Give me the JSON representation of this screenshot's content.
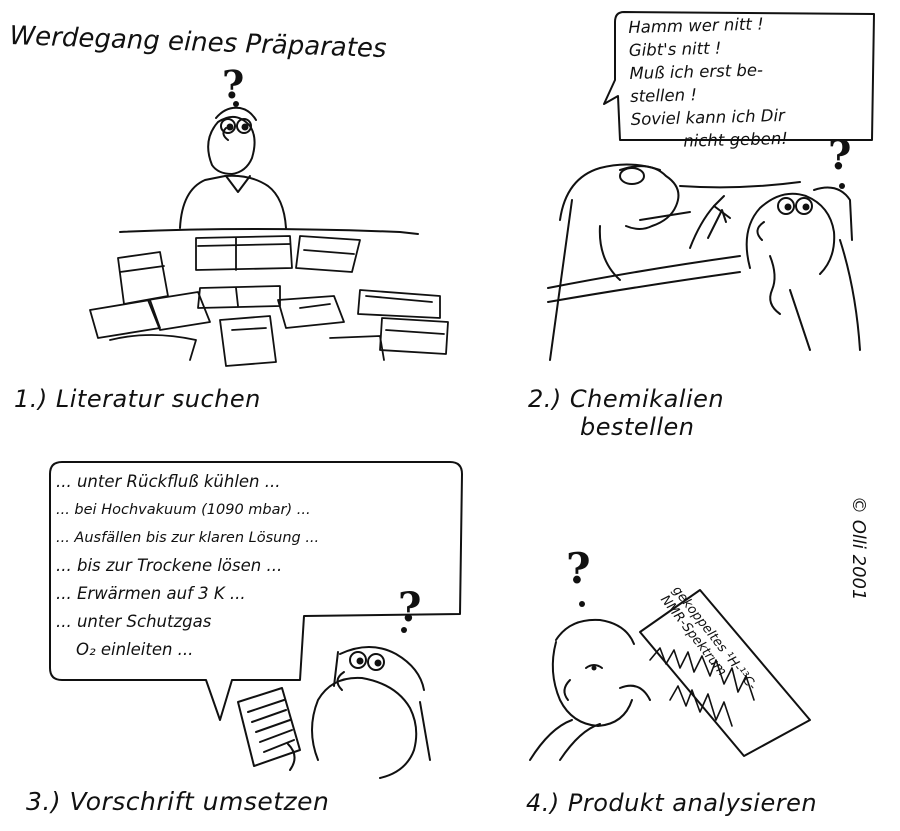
{
  "title": "Werdegang eines Präparates",
  "copyright": "© Olli 2001",
  "question_mark": "?",
  "panels": [
    {
      "caption": "1.) Literatur suchen"
    },
    {
      "caption": "2.) Chemikalien",
      "caption_line2": "bestellen",
      "speech": [
        "Hamm wer nitt !",
        "Gibt's nitt !",
        "Muß ich erst be-",
        "stellen !",
        "Soviel kann ich Dir",
        "nicht geben!"
      ]
    },
    {
      "caption": "3.) Vorschrift umsetzen",
      "speech": [
        "... unter Rückfluß kühlen ...",
        "... bei Hochvakuum (1090 mbar) ...",
        "... Ausfällen bis zur klaren Lösung ...",
        "... bis zur Trockene lösen ...",
        "... Erwärmen auf 3 K ...",
        "... unter Schutzgas",
        "O₂ einleiten ..."
      ]
    },
    {
      "caption": "4.) Produkt analysieren",
      "paper_label": "gekoppeltes ¹H-¹³C-NMR-Spektrum"
    }
  ]
}
